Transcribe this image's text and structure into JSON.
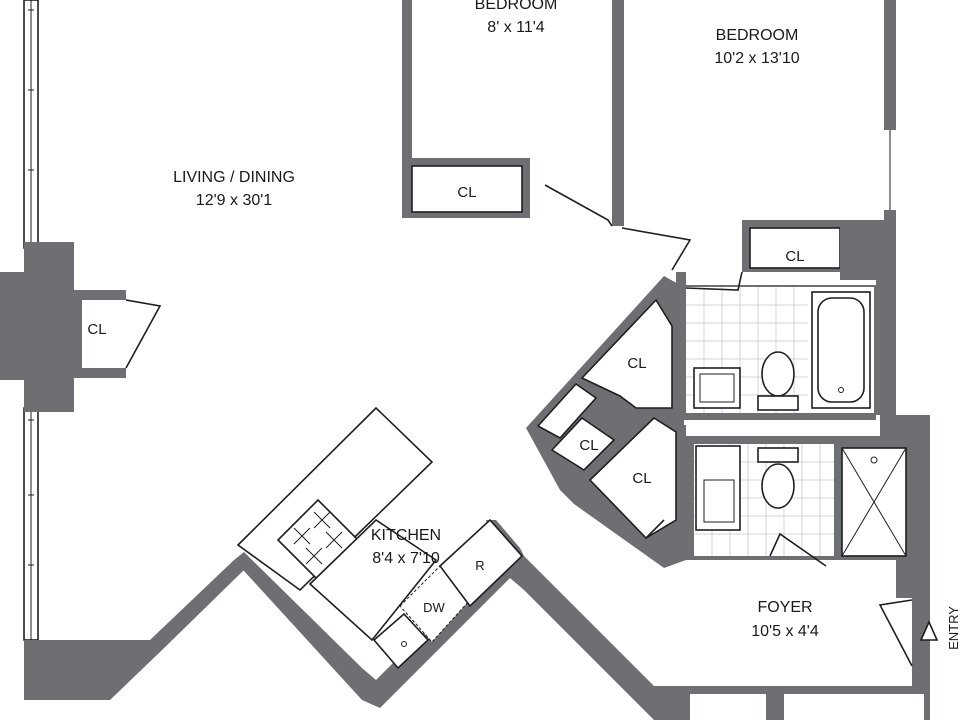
{
  "rooms": {
    "bedroom1": {
      "name": "BEDROOM",
      "dims": "8' x 11'4"
    },
    "bedroom2": {
      "name": "BEDROOM",
      "dims": "10'2 x 13'10"
    },
    "living": {
      "name": "LIVING / DINING",
      "dims": "12'9 x 30'1"
    },
    "kitchen": {
      "name": "KITCHEN",
      "dims": "8'4 x 7'10"
    },
    "foyer": {
      "name": "FOYER",
      "dims": "10'5 x 4'4"
    }
  },
  "closets": {
    "bedroom1": "CL",
    "bedroom2": "CL",
    "living": "CL",
    "hall_upper": "CL",
    "hall_small": "CL",
    "hall_lower": "CL"
  },
  "appliances": {
    "dishwasher": "DW",
    "refrigerator": "R"
  },
  "entry": "ENTRY",
  "colors": {
    "wall": "#6e6f72",
    "line": "#1f1f1f",
    "background": "#ffffff"
  }
}
